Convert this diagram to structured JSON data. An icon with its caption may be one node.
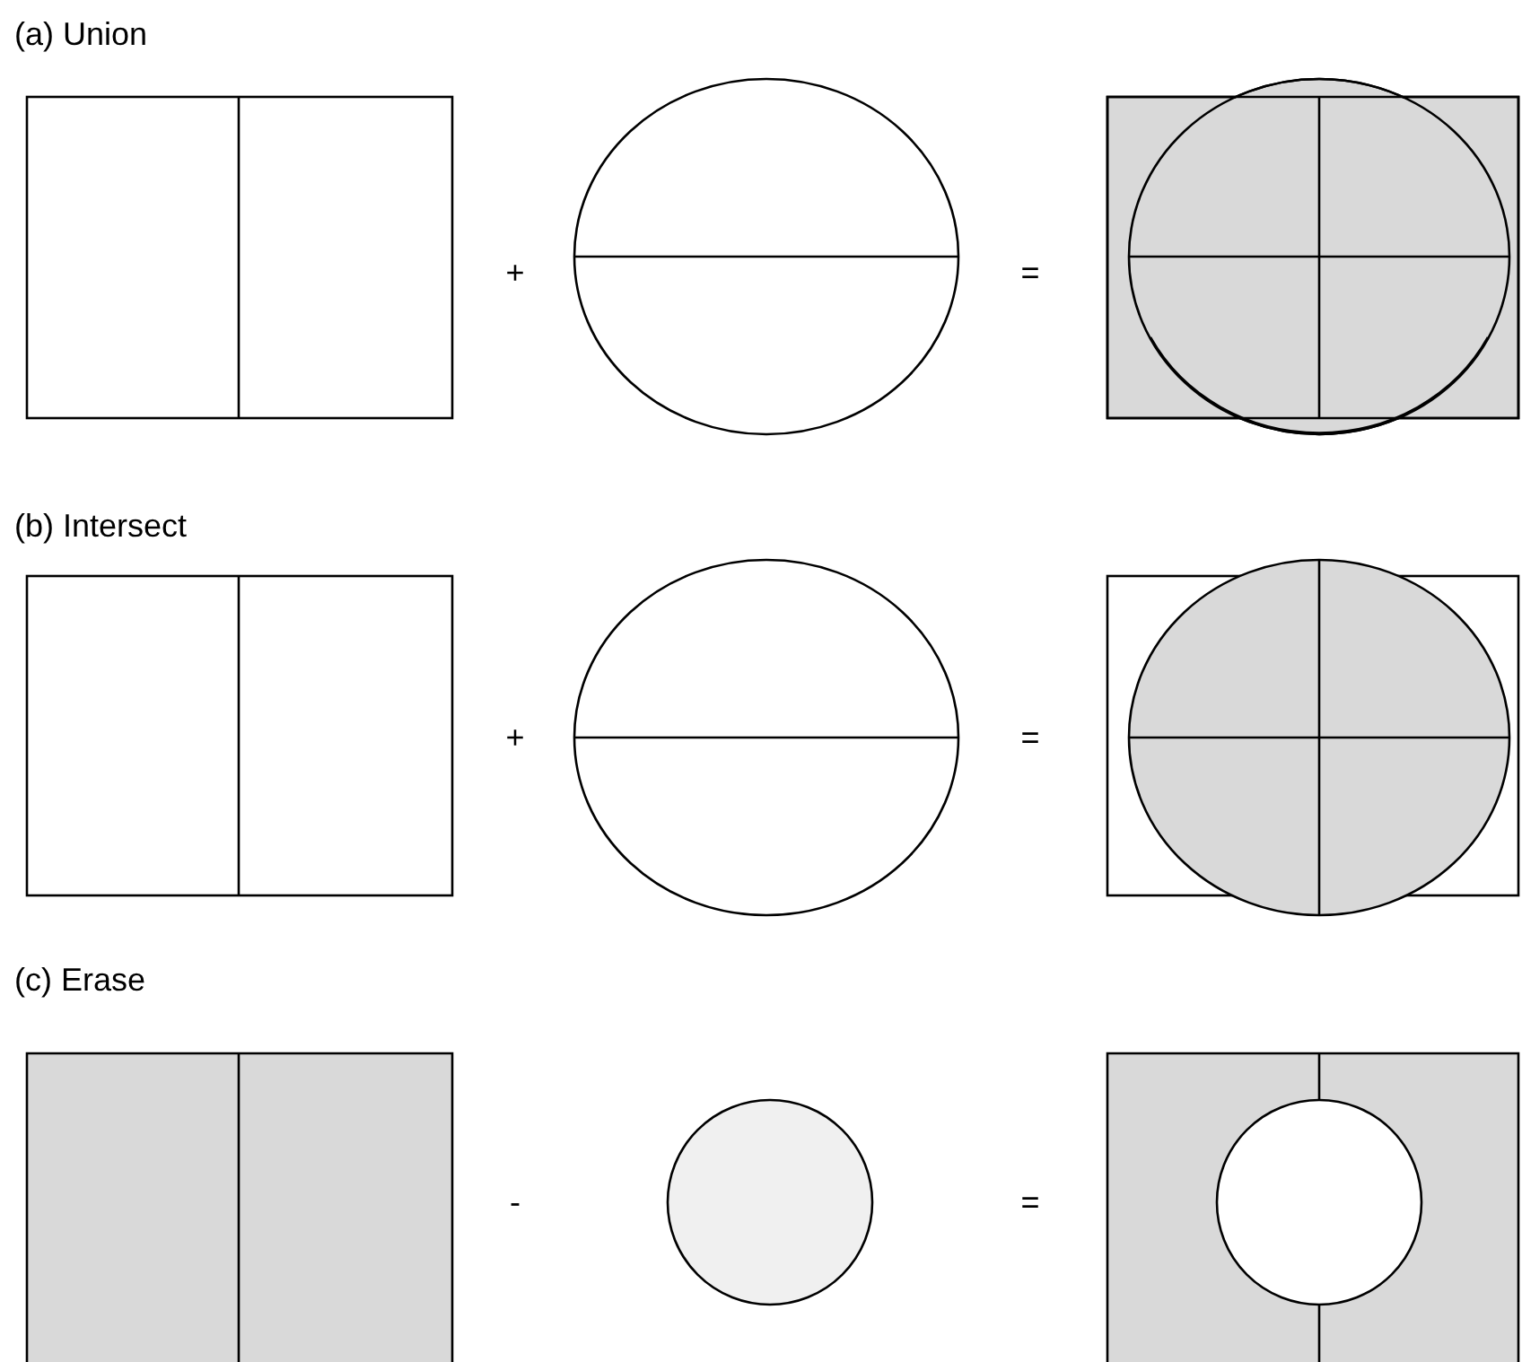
{
  "diagram": {
    "labels": [
      "(a) Union",
      "+",
      "=",
      "(b) Intersect",
      "+",
      "=",
      "(c) Erase",
      "-",
      "="
    ]
  }
}
